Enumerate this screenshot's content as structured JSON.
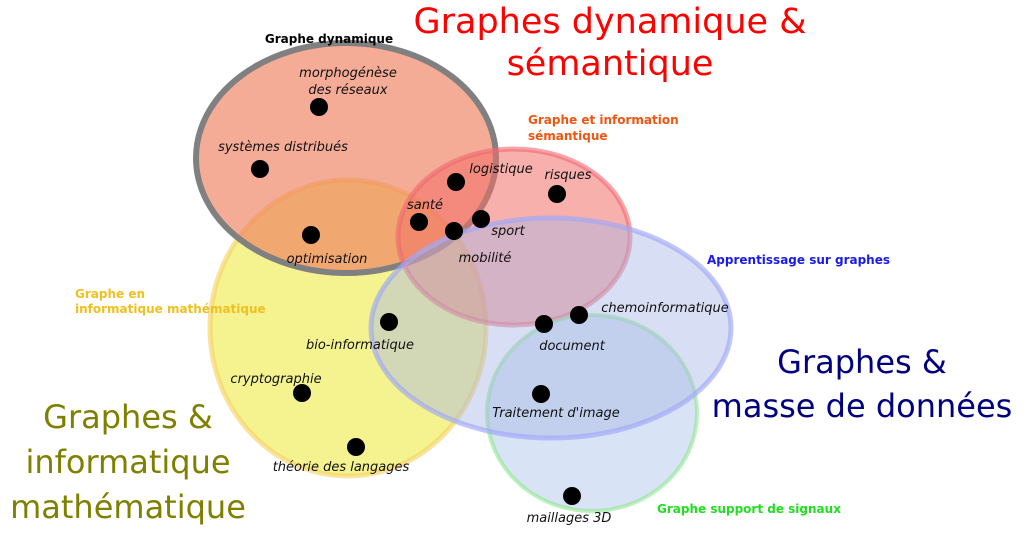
{
  "titles": {
    "dynamic_semantic": [
      "Graphes dynamique &",
      "sémantique"
    ],
    "big_data": [
      "Graphes &",
      "masse de données"
    ],
    "math_cs": [
      "Graphes &",
      "informatique",
      "mathématique"
    ]
  },
  "sets": {
    "dynamic": {
      "label": [
        "Graphe dynamique"
      ],
      "fill": "#f08060",
      "stroke": "#808080"
    },
    "semantic": {
      "label": [
        "Graphe et information",
        "sémantique"
      ],
      "fill": "#f07068",
      "stroke": "#f06870"
    },
    "math": {
      "label": [
        "Graphe en",
        "informatique mathématique"
      ],
      "fill": "#f0ee60",
      "stroke": "#f5d060"
    },
    "learning": {
      "label": [
        "Apprentissage sur graphes"
      ],
      "fill": "#a8b8e6",
      "stroke": "#a0a8f8"
    },
    "signal": {
      "label": [
        "Graphe support de signaux"
      ],
      "fill": "#a8c0e8",
      "stroke": "#90e890"
    }
  },
  "colors": {
    "dynamic_semantic_title": "#ff0000",
    "big_data_title": "#000080",
    "math_title": "#808000",
    "dynamic_label": "#000000",
    "semantic_label": "#ee5511",
    "math_label": "#f0c020",
    "learning_label": "#1a1aee",
    "signal_label": "#22dd22",
    "dot": "#000000"
  },
  "topics": [
    {
      "id": "morphogenese",
      "label": [
        "morphogénèse",
        "des réseaux"
      ]
    },
    {
      "id": "systemes",
      "label": [
        "systèmes distribués"
      ]
    },
    {
      "id": "optimisation",
      "label": [
        "optimisation"
      ]
    },
    {
      "id": "logistique",
      "label": [
        "logistique"
      ]
    },
    {
      "id": "risques",
      "label": [
        "risques"
      ]
    },
    {
      "id": "sante",
      "label": [
        "santé"
      ]
    },
    {
      "id": "sport",
      "label": [
        "sport"
      ]
    },
    {
      "id": "mobilite",
      "label": [
        "mobilité"
      ]
    },
    {
      "id": "chemo",
      "label": [
        "chemoinformatique"
      ]
    },
    {
      "id": "document",
      "label": [
        "document"
      ]
    },
    {
      "id": "bio",
      "label": [
        "bio-informatique"
      ]
    },
    {
      "id": "crypto",
      "label": [
        "cryptographie"
      ]
    },
    {
      "id": "traitement",
      "label": [
        "Traitement d'image"
      ]
    },
    {
      "id": "theorie",
      "label": [
        "théorie des langages"
      ]
    },
    {
      "id": "maillages",
      "label": [
        "maillages 3D"
      ]
    }
  ]
}
